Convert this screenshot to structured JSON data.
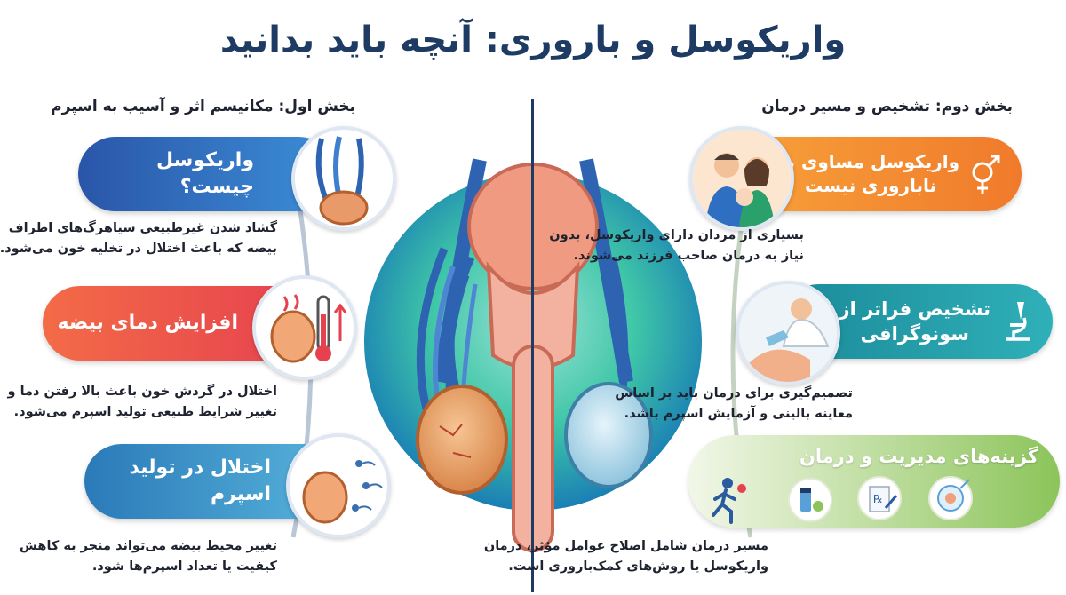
{
  "title": "واریکوسل و باروری: آنچه باید بدانید",
  "left_section": {
    "heading": "بخش اول: مکانیسم اثر و آسیب به اسپرم",
    "cards": [
      {
        "label": "واریکوسل چیست؟",
        "desc_lines": [
          "گشاد شدن غیرطبیعی سیاهرگ‌های اطراف",
          "بیضه که باعث اختلال در تخلیه خون می‌شود."
        ],
        "color": "#2f6fc2"
      },
      {
        "label": "افزایش دمای بیضه",
        "desc_lines": [
          "اختلال در گردش خون باعث بالا رفتن دما و",
          "تغییر شرایط طبیعی تولید اسپرم می‌شود."
        ],
        "color": "#e9534a"
      },
      {
        "label": "اختلال در تولید اسپرم",
        "desc_lines": [
          "تغییر محیط بیضه می‌تواند منجر به کاهش",
          "کیفیت یا تعداد اسپرم‌ها شود."
        ],
        "color": "#2a86c8"
      }
    ]
  },
  "right_section": {
    "heading": "بخش دوم: تشخیص و مسیر درمان",
    "cards": [
      {
        "label_lines": [
          "واریکوسل مساوی با",
          "ناباروری نیست"
        ],
        "desc_lines": [
          "بسیاری از مردان دارای واریکوسل، بدون",
          "نیاز به درمان صاحب فرزند می‌شوند."
        ],
        "color": "#f08a2b"
      },
      {
        "label_lines": [
          "تشخیص فراتر از",
          "سونوگرافی"
        ],
        "desc_lines": [
          "تصمیم‌گیری برای درمان باید بر اساس",
          "معاینه بالینی و آزمایش اسپرم باشد."
        ],
        "color": "#1f8ea0"
      },
      {
        "label": "گزینه‌های مدیریت و درمان",
        "desc_lines": [
          "مسیر درمان شامل اصلاح عوامل مؤثر، درمان",
          "واریکوسل یا روش‌های کمک‌باروری است."
        ],
        "color": "#6aaa3c"
      }
    ]
  },
  "icons": {
    "left": [
      "varicose-veins-icon",
      "thermometer-testis-icon",
      "sperm-icon"
    ],
    "right": [
      "family-icon",
      "venus-mars-icon",
      "doctor-exam-icon",
      "microscope-icon",
      "runner-icon",
      "medication-icon",
      "prescription-icon",
      "ivf-petri-icon"
    ]
  },
  "colors": {
    "navy": "#1d3b63",
    "blue": "#2f6fc2",
    "red": "#e9534a",
    "orange": "#f08a2b",
    "teal": "#1f8ea0",
    "green": "#6aaa3c"
  }
}
